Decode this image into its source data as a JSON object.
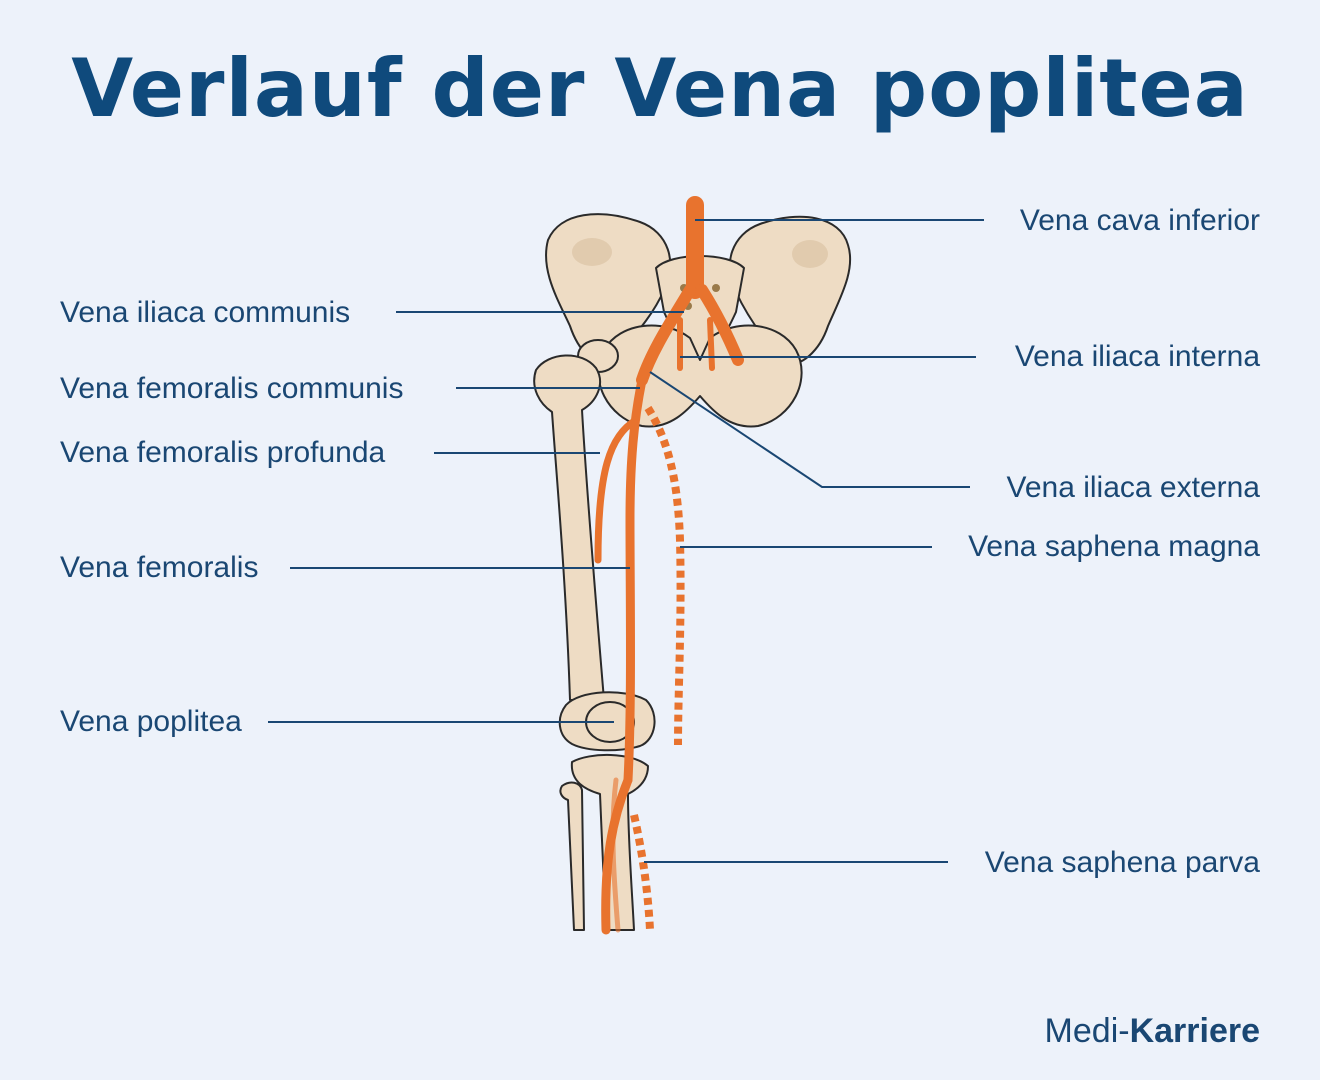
{
  "title": "Verlauf der Vena poplitea",
  "labels": {
    "cava_inferior": "Vena cava inferior",
    "iliaca_communis": "Vena iliaca communis",
    "iliaca_interna": "Vena iliaca interna",
    "femoralis_communis": "Vena femoralis communis",
    "femoralis_profunda": "Vena femoralis profunda",
    "iliaca_externa": "Vena iliaca externa",
    "saphena_magna": "Vena saphena magna",
    "femoralis": "Vena femoralis",
    "poplitea": "Vena poplitea",
    "saphena_parva": "Vena saphena parva"
  },
  "brand": {
    "prefix": "Medi-",
    "name": "Karriere"
  },
  "colors": {
    "background": "#edf2fa",
    "title": "#0f4a7c",
    "vein": "#e8732e",
    "bone": "#eedcc4",
    "leader_line": "#1a4773"
  }
}
